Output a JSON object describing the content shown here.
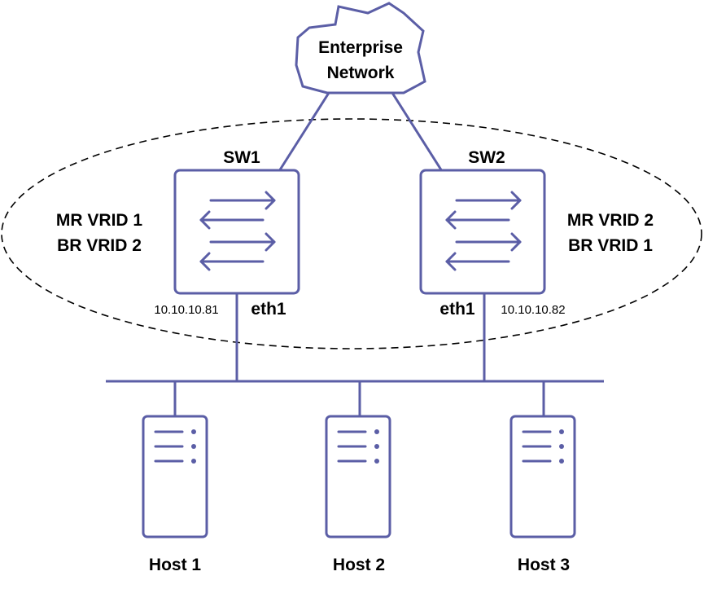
{
  "cloud": {
    "line1": "Enterprise",
    "line2": "Network"
  },
  "switches": [
    {
      "name": "SW1",
      "role_1": "MR VRID 1",
      "role_2": "BR VRID 2",
      "port": "eth1",
      "ip": "10.10.10.81"
    },
    {
      "name": "SW2",
      "role_1": "MR VRID 2",
      "role_2": "BR VRID 1",
      "port": "eth1",
      "ip": "10.10.10.82"
    }
  ],
  "hosts": [
    "Host 1",
    "Host 2",
    "Host 3"
  ],
  "colors": {
    "line": "#5b5ea6",
    "text": "#000000",
    "background": "#ffffff"
  }
}
